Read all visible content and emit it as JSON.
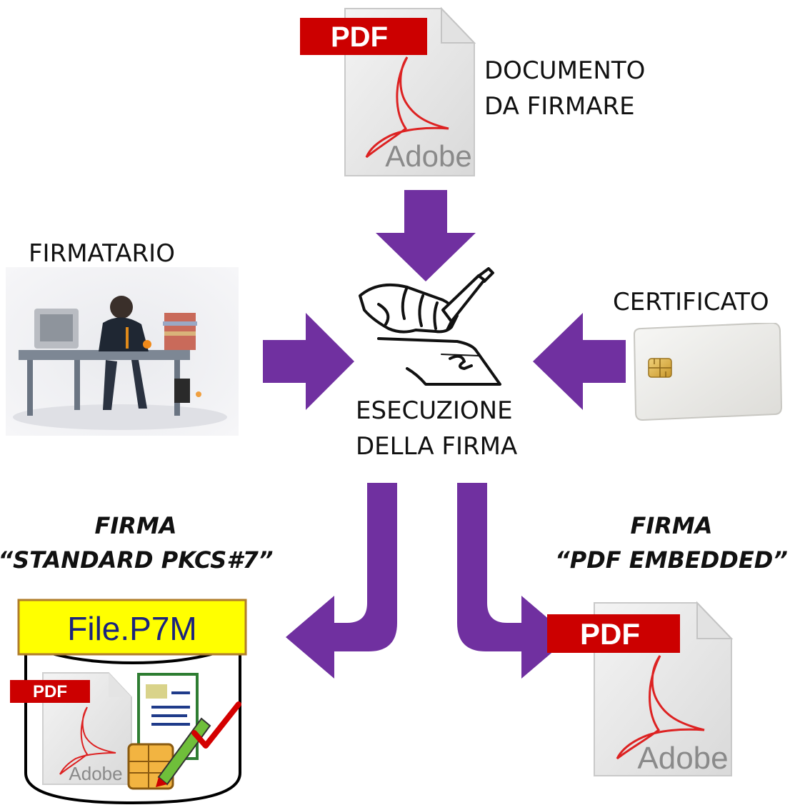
{
  "document": {
    "line1": "DOCUMENTO",
    "line2": "DA FIRMARE"
  },
  "signer": {
    "label": "FIRMATARIO"
  },
  "certificate": {
    "label": "CERTIFICATO"
  },
  "execution": {
    "line1": "ESECUZIONE",
    "line2": "DELLA FIRMA"
  },
  "output_p7m": {
    "line1": "FIRMA",
    "line2": "“STANDARD PKCS#7”",
    "file_label": "File.P7M"
  },
  "output_pdf": {
    "line1": "FIRMA",
    "line2": "“PDF EMBEDDED”"
  },
  "pdf_icon": {
    "badge": "PDF",
    "brand": "Adobe"
  },
  "colors": {
    "arrow": "#7030a0",
    "pdf_red": "#cc0000",
    "file_label_bg": "#ffff00"
  }
}
